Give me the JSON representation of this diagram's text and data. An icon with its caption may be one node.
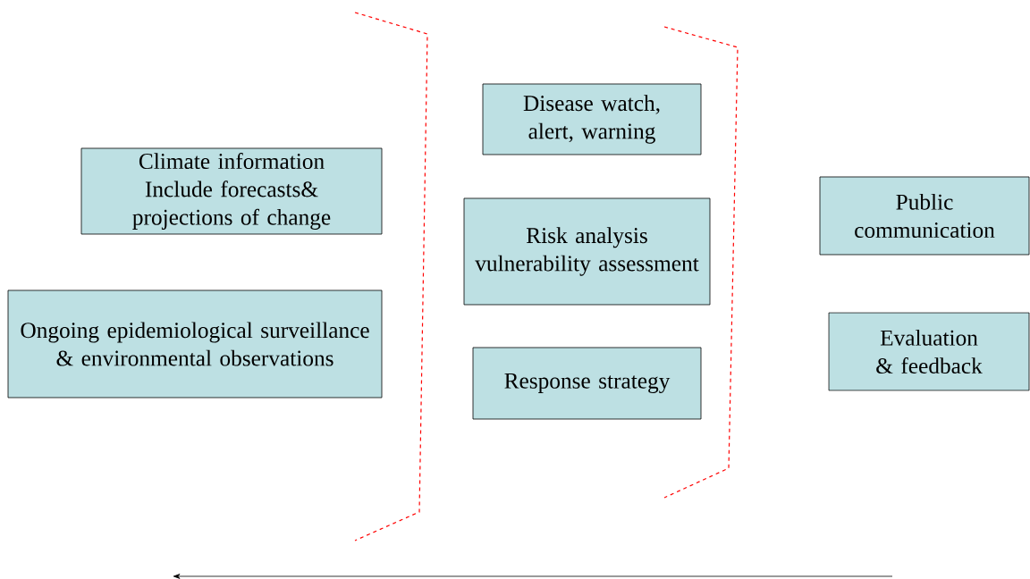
{
  "diagram": {
    "nodes": [
      {
        "text": [
          "Climate information",
          "Include forecasts& projections of change"
        ]
      },
      {
        "text": [
          "Ongoing epidemiological surveillance & environmental observations"
        ]
      },
      {
        "text": [
          "Disease watch, alert, warning"
        ]
      },
      {
        "text": [
          "Risk analysis vulnerability assessment"
        ]
      },
      {
        "text": [
          "Response strategy"
        ]
      },
      {
        "text": [
          "Public communication"
        ]
      },
      {
        "text": [
          "Evaluation & feedback"
        ]
      }
    ]
  }
}
